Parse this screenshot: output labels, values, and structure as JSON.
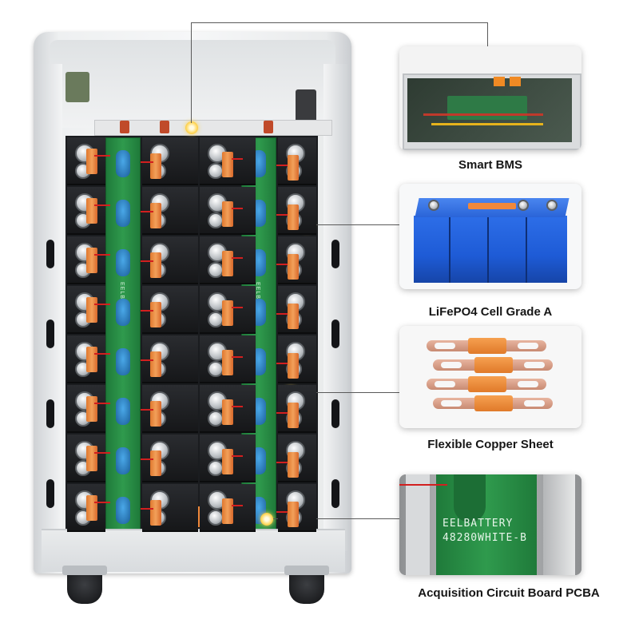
{
  "captions": {
    "bms": "Smart BMS",
    "cell": "LiFePO4 Cell Grade A",
    "copper": "Flexible Copper Sheet",
    "pcba": "Acquisition Circuit Board PCBA"
  },
  "board_print": {
    "brand": "EELBATTERY",
    "model": "48280WHITE-B"
  },
  "colors": {
    "pcb_green": "#2f9a4d",
    "copper_orange": "#f0883a",
    "cell_blue": "#1e5bd6",
    "callout_yellow": "#ffd75a",
    "leader_line": "#5a5a5a"
  }
}
